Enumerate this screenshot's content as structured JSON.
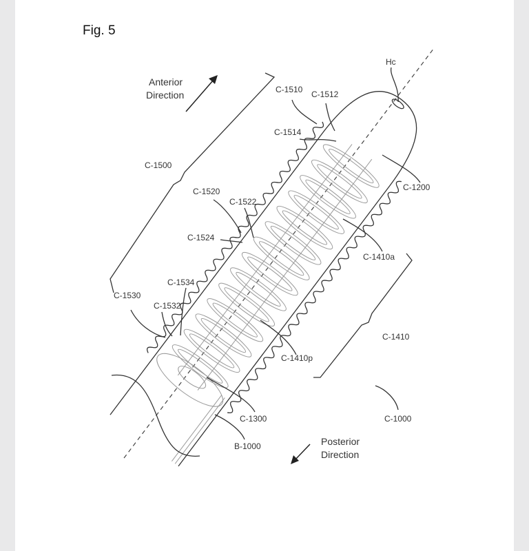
{
  "figure": {
    "title": "Fig. 5",
    "directions": {
      "anterior": [
        "Anterior",
        "Direction"
      ],
      "posterior": [
        "Posterior",
        "Direction"
      ]
    },
    "labels": {
      "hc": "Hc",
      "c1510": "C-1510",
      "c1512": "C-1512",
      "c1514": "C-1514",
      "c1500": "C-1500",
      "c1200": "C-1200",
      "c1520": "C-1520",
      "c1522": "C-1522",
      "c1524": "C-1524",
      "c1410a": "C-1410a",
      "c1534": "C-1534",
      "c1530": "C-1530",
      "c1532": "C-1532",
      "c1410": "C-1410",
      "c1410p": "C-1410p",
      "c1300": "C-1300",
      "c1000": "C-1000",
      "b1000": "B-1000"
    }
  }
}
